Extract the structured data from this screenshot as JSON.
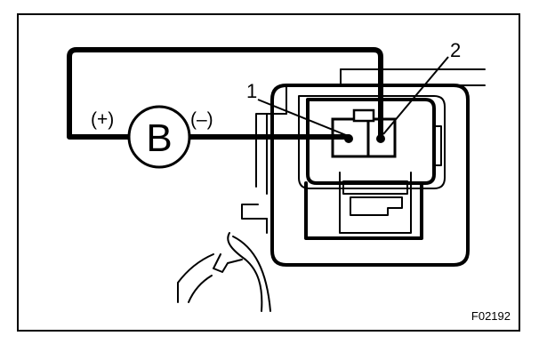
{
  "diagram": {
    "battery_symbol": "B",
    "positive_label": "(+)",
    "negative_label": "(–)",
    "callout_1": "1",
    "callout_2": "2",
    "figure_code": "F02192"
  }
}
